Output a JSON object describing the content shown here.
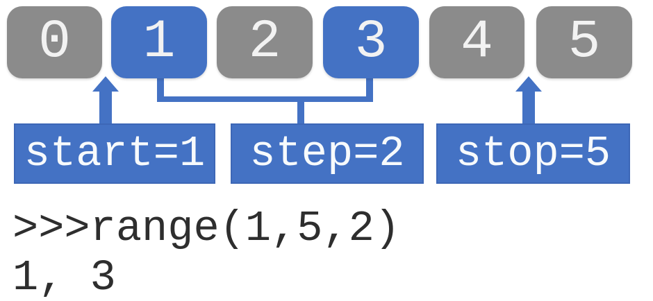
{
  "colors": {
    "highlight_blue": "#4472c4",
    "box_gray": "#8b8b8b",
    "digit_color": "#f2f2f2",
    "label_text_color": "#f7fafc",
    "code_text_color": "#2e2e2e",
    "background": "#ffffff"
  },
  "number_line": {
    "boxes": [
      {
        "value": "0",
        "highlighted": false
      },
      {
        "value": "1",
        "highlighted": true
      },
      {
        "value": "2",
        "highlighted": false
      },
      {
        "value": "3",
        "highlighted": true
      },
      {
        "value": "4",
        "highlighted": false
      },
      {
        "value": "5",
        "highlighted": false
      }
    ]
  },
  "annotations": {
    "start": {
      "label": "start=1",
      "points_between": [
        "0",
        "1"
      ]
    },
    "step": {
      "label": "step=2",
      "connects": [
        "1",
        "3"
      ]
    },
    "stop": {
      "label": "stop=5",
      "points_between": [
        "4",
        "5"
      ]
    }
  },
  "console": {
    "input_line": ">>>range(1,5,2)",
    "output_line": "1, 3"
  }
}
